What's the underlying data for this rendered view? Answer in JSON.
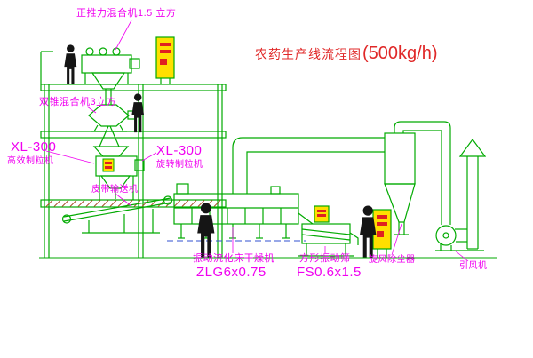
{
  "title": {
    "cn": "农药生产线流程图",
    "capacity": "(500kg/h)"
  },
  "labels": {
    "top_mixer": "正推力混合机1.5 立方",
    "cone_mixer": "双锥混合机3立方",
    "granulator_left_model": "XL-300",
    "granulator_left_name": "高效制粒机",
    "granulator_center_model": "XL-300",
    "granulator_center_name": "旋转制粒机",
    "belt_conveyor": "皮带输送机",
    "dryer_name": "振动流化床干燥机",
    "dryer_model": "ZLG6x0.75",
    "screen_name": "方形振动筛",
    "screen_model": "FS0.6x1.5",
    "cyclone": "旋风除尘器",
    "fan": "引风机"
  },
  "colors": {
    "line_green": "#00aa00",
    "label_magenta": "#f000f0",
    "title_red": "#e02828",
    "panel_yellow": "#ffdf00",
    "panel_mark_red": "#e02020",
    "hatch_brown": "#a8502a",
    "centerline_blue": "#3050d0",
    "figure_black": "#151515"
  }
}
